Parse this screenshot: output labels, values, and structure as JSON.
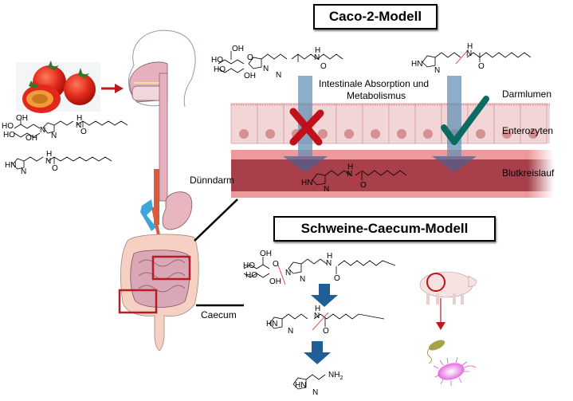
{
  "titles": {
    "caco2": "Caco-2-Modell",
    "caecum": "Schweine-Caecum-Modell"
  },
  "labels": {
    "absorption": "Intestinale Absorption und",
    "absorption2": "Metabolismus",
    "darmlumen": "Darmlumen",
    "enterozyten": "Enterozyten",
    "blutkreislauf": "Blutkreislauf",
    "duenndarm": "Dünndarm",
    "caecum": "Caecum"
  },
  "molecules": {
    "glycoside": "N-glucosyl-imidazolyl-ethyl octanamide",
    "amide": "imidazolyl-ethyl octanamide",
    "histamine": "histamine"
  },
  "atoms": {
    "oh": "OH",
    "ho": "HO",
    "o": "O",
    "n": "N",
    "h": "H",
    "hn": "HN",
    "nh2": "NH",
    "sub2": "2"
  },
  "outcomes": {
    "glycoside_absorbed": "not absorbed",
    "amide_absorbed": "absorbed"
  },
  "colors": {
    "arrow_red": "#c0191c",
    "blue_arrow": "#1f5f96",
    "cross": "#c0101a",
    "check": "#0b6a62",
    "blood": "#a8404c",
    "enterocyte": "#f2d5d6",
    "nucleus": "#d49193"
  }
}
